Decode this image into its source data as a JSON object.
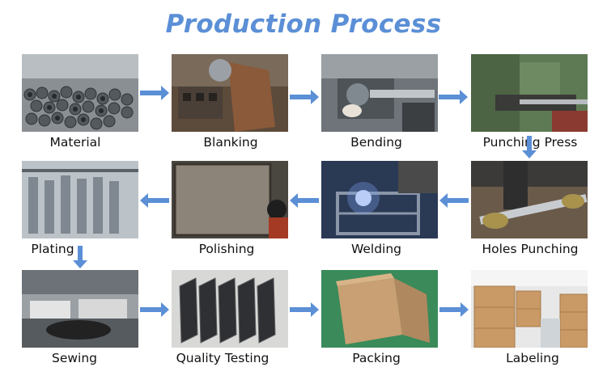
{
  "title": "Production Process",
  "steps": [
    {
      "label": "Material"
    },
    {
      "label": "Blanking"
    },
    {
      "label": "Bending"
    },
    {
      "label": "Punching  Press"
    },
    {
      "label": "Holes Punching"
    },
    {
      "label": "Welding"
    },
    {
      "label": "Polishing"
    },
    {
      "label": "Plating"
    },
    {
      "label": "Sewing"
    },
    {
      "label": "Quality Testing"
    },
    {
      "label": "Packing"
    },
    {
      "label": "Labeling"
    }
  ],
  "colors": {
    "title": "#5b8fd6",
    "arrow": "#5b8fd6"
  }
}
